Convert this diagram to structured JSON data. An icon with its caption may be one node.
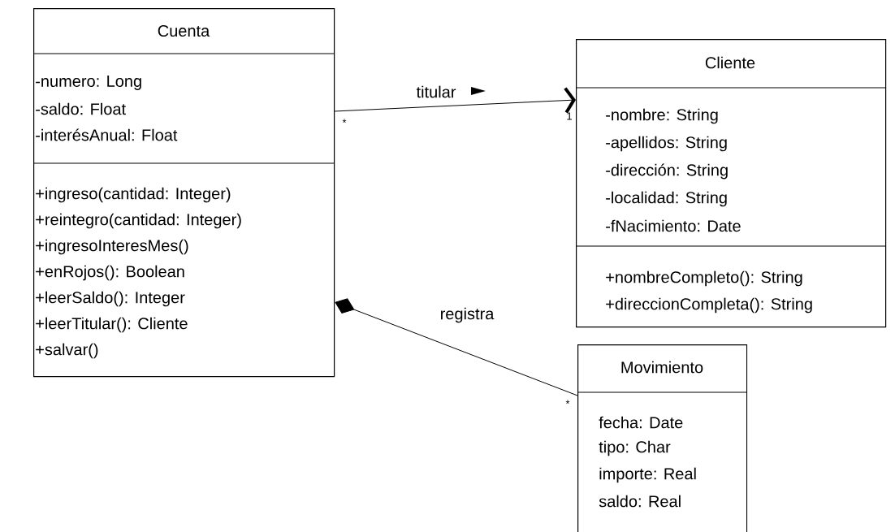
{
  "diagram": {
    "nodes": [
      {
        "text": [
          "Cuenta",
          "-numero: Long",
          "-saldo: Float",
          "-interésAnual: Float",
          "+ingreso(cantidad: Integer)",
          "+reintegro(cantidad: Integer)",
          "+ingresoInteresMes()",
          "+enRojos(): Boolean",
          "+leerSaldo(): Integer",
          "+leerTitular(): Cliente",
          "+salvar()"
        ]
      },
      {
        "text": [
          "Cliente",
          "-nombre: String",
          "-apellidos: String",
          "-dirección: String",
          "-localidad: String",
          "-fNacimiento: Date",
          "+nombreCompleto(): String",
          "+direccionCompleta(): String"
        ]
      },
      {
        "text": [
          "Movimiento",
          "fecha: Date",
          "tipo: Char",
          "importe: Real",
          "saldo: Real"
        ]
      }
    ],
    "edges": [
      {
        "from": 0,
        "to": 1,
        "arrow": "to",
        "label": "titular"
      },
      {
        "from": 0,
        "to": 2,
        "arrow": "other",
        "label": "registra"
      }
    ],
    "labels": [
      "*",
      "1",
      "*"
    ]
  }
}
